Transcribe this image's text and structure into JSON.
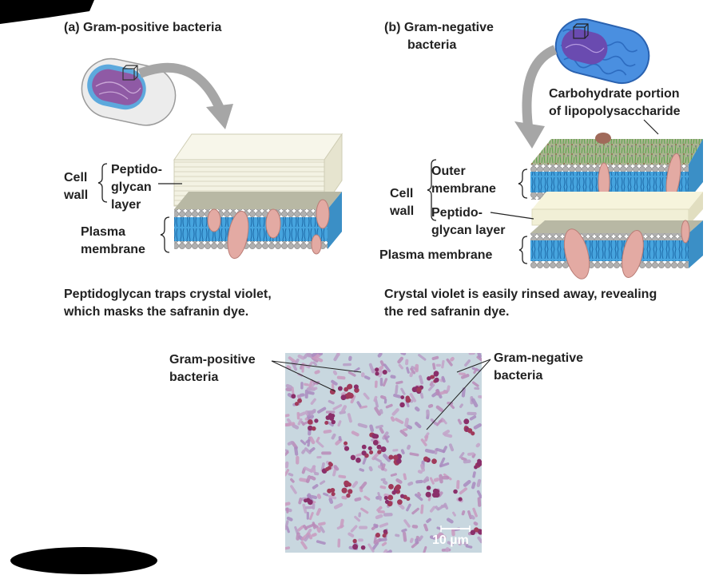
{
  "panel_a": {
    "title": "(a) Gram-positive bacteria",
    "labels": {
      "cell_wall_1": "Cell",
      "cell_wall_2": "wall",
      "peptido_1": "Peptido-",
      "peptido_2": "glycan",
      "peptido_3": "layer",
      "plasma_1": "Plasma",
      "plasma_2": "membrane"
    },
    "caption_1": "Peptidoglycan traps crystal violet,",
    "caption_2": "which masks the safranin dye."
  },
  "panel_b": {
    "title_1": "(b) Gram-negative",
    "title_2": "bacteria",
    "labels": {
      "carb_1": "Carbohydrate portion",
      "carb_2": "of lipopolysaccharide",
      "outer_1": "Outer",
      "outer_2": "membrane",
      "cell_wall_1": "Cell",
      "cell_wall_2": "wall",
      "peptido_1": "Peptido-",
      "peptido_2": "glycan layer",
      "plasma": "Plasma membrane"
    },
    "caption_1": "Crystal violet is easily rinsed away, revealing",
    "caption_2": "the red safranin dye."
  },
  "micrograph": {
    "gram_positive_1": "Gram-positive",
    "gram_positive_2": "bacteria",
    "gram_negative_1": "Gram-negative",
    "gram_negative_2": "bacteria",
    "scale_bar": "10 µm"
  },
  "colors": {
    "membrane_blue": "#3fa0dc",
    "head_gray": "#a8a8a8",
    "peptidoglycan": "#efeedd",
    "protein_pink": "#e2a9a2",
    "micrograph_bg": "#c7d6df",
    "violet_cell": "#9a78b4",
    "pink_cell": "#c57fa6"
  }
}
